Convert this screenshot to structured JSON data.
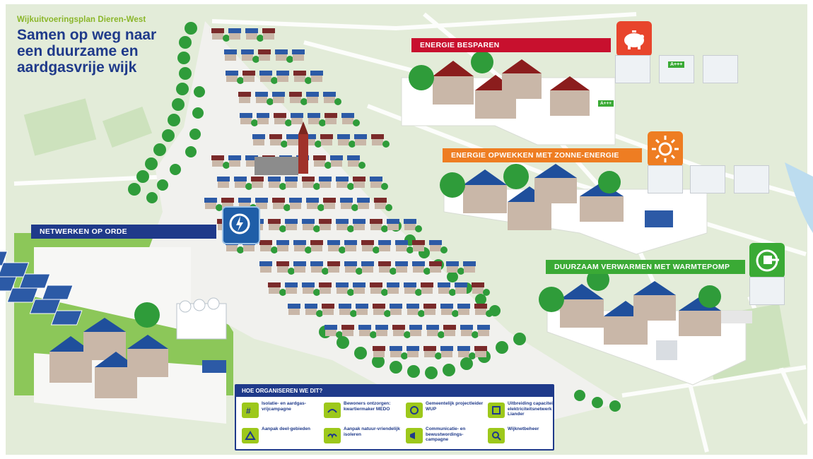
{
  "header": {
    "subtitle": "Wijkuitvoeringsplan Dieren-West",
    "title_line1": "Samen op weg naar",
    "title_line2": "een duurzame en",
    "title_line3": "aardgasvrije wijk"
  },
  "sections": {
    "energie_besparen": "ENERGIE BESPAREN",
    "zonne_energie": "ENERGIE OPWEKKEN MET ZONNE-ENERGIE",
    "warmtepomp": "DUURZAAM VERWARMEN MET WARMTEPOMP",
    "netwerken": "NETWERKEN OP ORDE"
  },
  "labels": {
    "energy_label_thumb": "A+++",
    "energy_label_house": "A+++"
  },
  "legend": {
    "title": "HOE ORGANISEREN WE DIT?",
    "items": [
      {
        "text": "Isolatie- en aardgas-vrijcampagne",
        "icon": "hashtag-icon"
      },
      {
        "text": "Bewoners ontzorgen: kwartiermaker MEDO",
        "icon": "hands-icon"
      },
      {
        "text": "Gemeentelijk projectleider WUP",
        "icon": "gear-icon"
      },
      {
        "text": "Uitbreiding capaciteit elektriciteitsnetwerk Liander",
        "icon": "transformer-icon"
      },
      {
        "text": "Aanpak deel-gebieden",
        "icon": "area-icon"
      },
      {
        "text": "Aanpak natuur-vriendelijk isoleren",
        "icon": "bird-icon"
      },
      {
        "text": "Communicatie- en bewustwordings-campagne",
        "icon": "megaphone-icon"
      },
      {
        "text": "Wijknetbeheer",
        "icon": "magnifier-icon"
      }
    ]
  },
  "colors": {
    "red": "#c8102e",
    "orange": "#ee7d22",
    "green": "#3aaa35",
    "navy": "#1f3a8a",
    "lime": "#9dc81b"
  }
}
